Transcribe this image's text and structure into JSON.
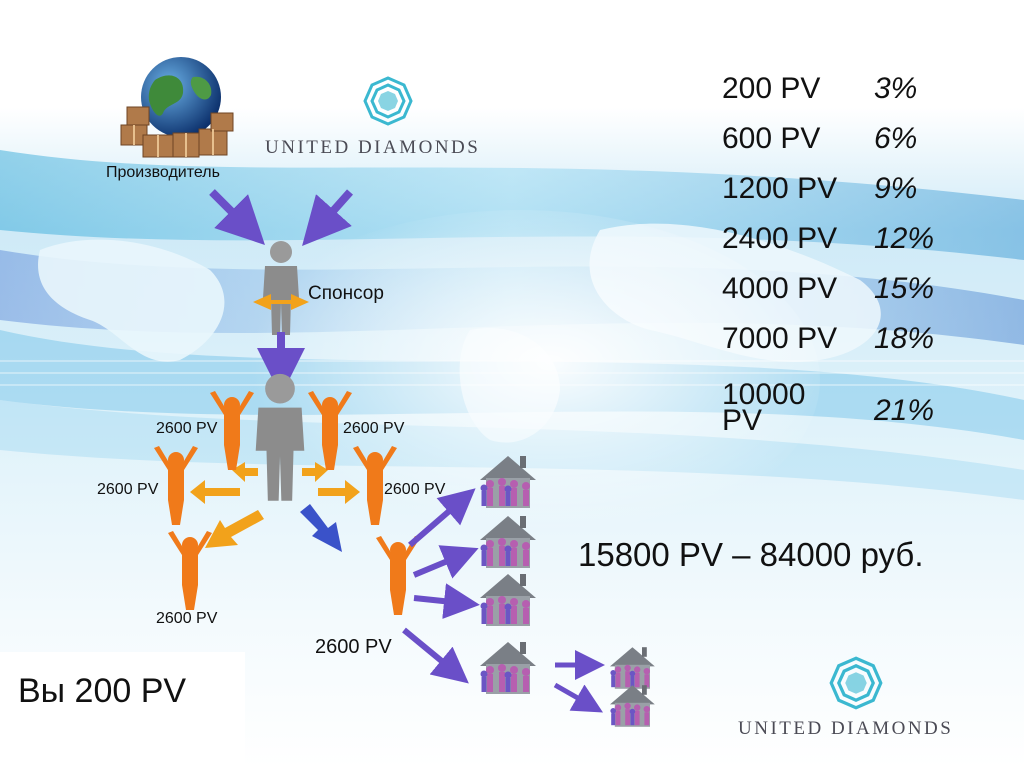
{
  "brand": {
    "name": "UNITED DIAMONDS",
    "diamond_color": "#3bb8d0"
  },
  "labels": {
    "producer": "Производитель",
    "sponsor": "Спонсор",
    "you": "Вы 200 PV",
    "total": "15800 PV – 84000 руб."
  },
  "pv_labels": {
    "left_upper": "2600 PV",
    "right_upper": "2600 PV",
    "left_mid": "2600 PV",
    "right_mid": "2600 PV",
    "left_low": "2600 PV",
    "center_low": "2600 PV"
  },
  "bonus_table": {
    "rows": [
      {
        "pv": "200 PV",
        "percent": "3%"
      },
      {
        "pv": "600 PV",
        "percent": "6%"
      },
      {
        "pv": "1200 PV",
        "percent": "9%"
      },
      {
        "pv": "2400 PV",
        "percent": "12%"
      },
      {
        "pv": "4000 PV",
        "percent": "15%"
      },
      {
        "pv": "7000 PV",
        "percent": "18%"
      },
      {
        "pv": "10000 PV",
        "percent": "21%"
      }
    ]
  },
  "colors": {
    "arrow_purple": "#6a4fc8",
    "figure_orange": "#f07a1a",
    "figure_gray": "#8e8e8e",
    "arrow_gold": "#f2a21b",
    "arrow_blue": "#3a52c9"
  }
}
